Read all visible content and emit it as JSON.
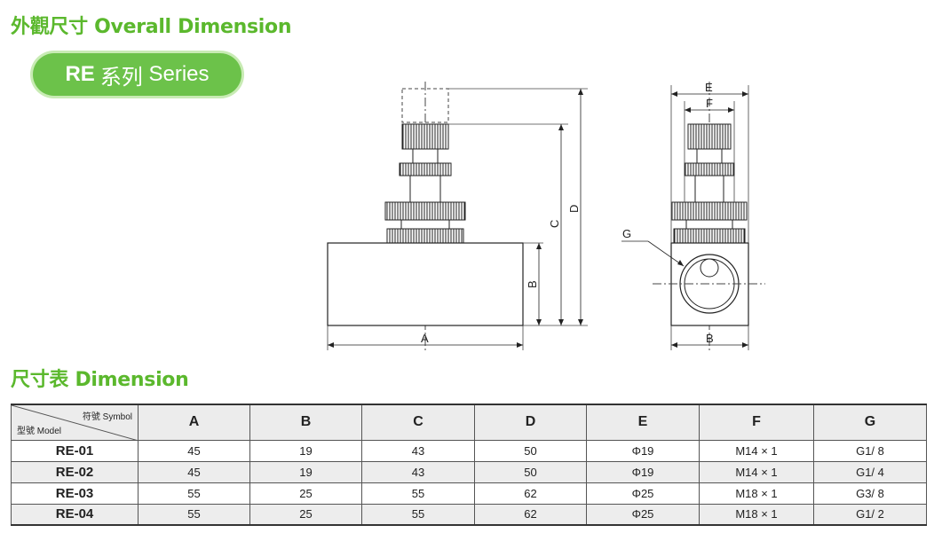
{
  "headings": {
    "overall": "外觀尺寸 Overall Dimension",
    "dimension": "尺寸表 Dimension"
  },
  "series_badge": {
    "code": "RE",
    "name_cn": "系列",
    "name_en": "Series"
  },
  "drawing_labels": {
    "A": "A",
    "B": "B",
    "C": "C",
    "D": "D",
    "E": "E",
    "F": "F",
    "G": "G",
    "B2": "B"
  },
  "table": {
    "corner_symbol": "符號 Symbol",
    "corner_model": "型號 Model",
    "columns": [
      "A",
      "B",
      "C",
      "D",
      "E",
      "F",
      "G"
    ],
    "rows": [
      {
        "model": "RE-01",
        "A": "45",
        "B": "19",
        "C": "43",
        "D": "50",
        "E": "Φ19",
        "F": "M14 × 1",
        "G": "G1/ 8"
      },
      {
        "model": "RE-02",
        "A": "45",
        "B": "19",
        "C": "43",
        "D": "50",
        "E": "Φ19",
        "F": "M14 × 1",
        "G": "G1/ 4"
      },
      {
        "model": "RE-03",
        "A": "55",
        "B": "25",
        "C": "55",
        "D": "62",
        "E": "Φ25",
        "F": "M18 × 1",
        "G": "G3/ 8"
      },
      {
        "model": "RE-04",
        "A": "55",
        "B": "25",
        "C": "55",
        "D": "62",
        "E": "Φ25",
        "F": "M18 × 1",
        "G": "G1/ 2"
      }
    ]
  },
  "colors": {
    "accent_green": "#5bb82d",
    "badge_green": "#6cc24a"
  }
}
